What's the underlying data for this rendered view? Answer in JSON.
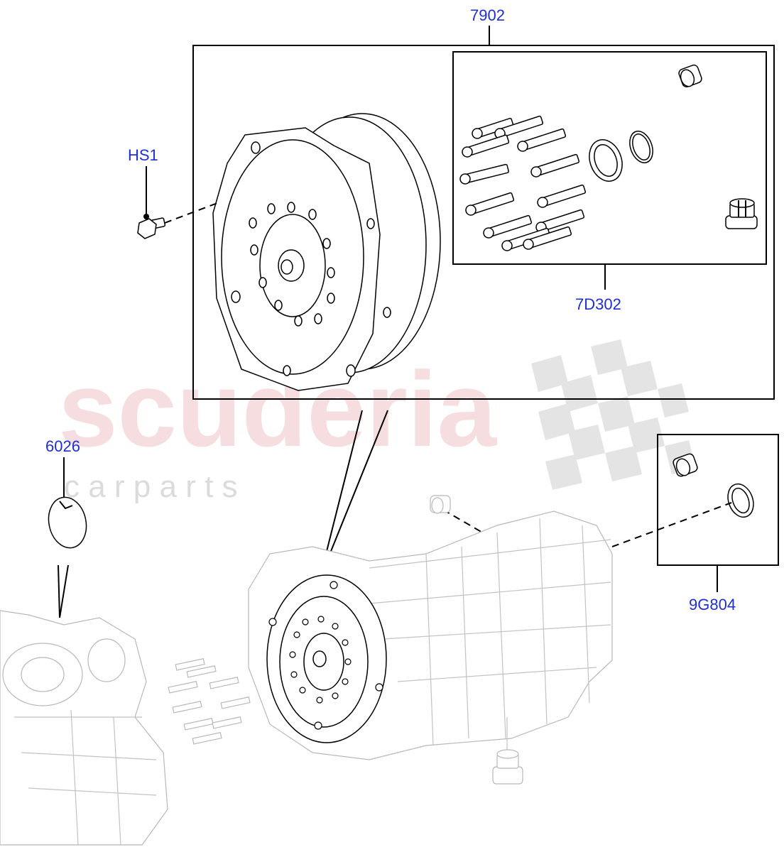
{
  "callouts": {
    "c7902": "7902",
    "hs1": "HS1",
    "c7d302": "7D302",
    "c6026": "6026",
    "c9g804": "9G804"
  },
  "watermark": {
    "brand": "scuderia",
    "tagline": "c a r   p a r t s"
  },
  "colors": {
    "callout_text": "#1f2fd6",
    "watermark_red": "#e8a0a6",
    "line": "#000000"
  }
}
